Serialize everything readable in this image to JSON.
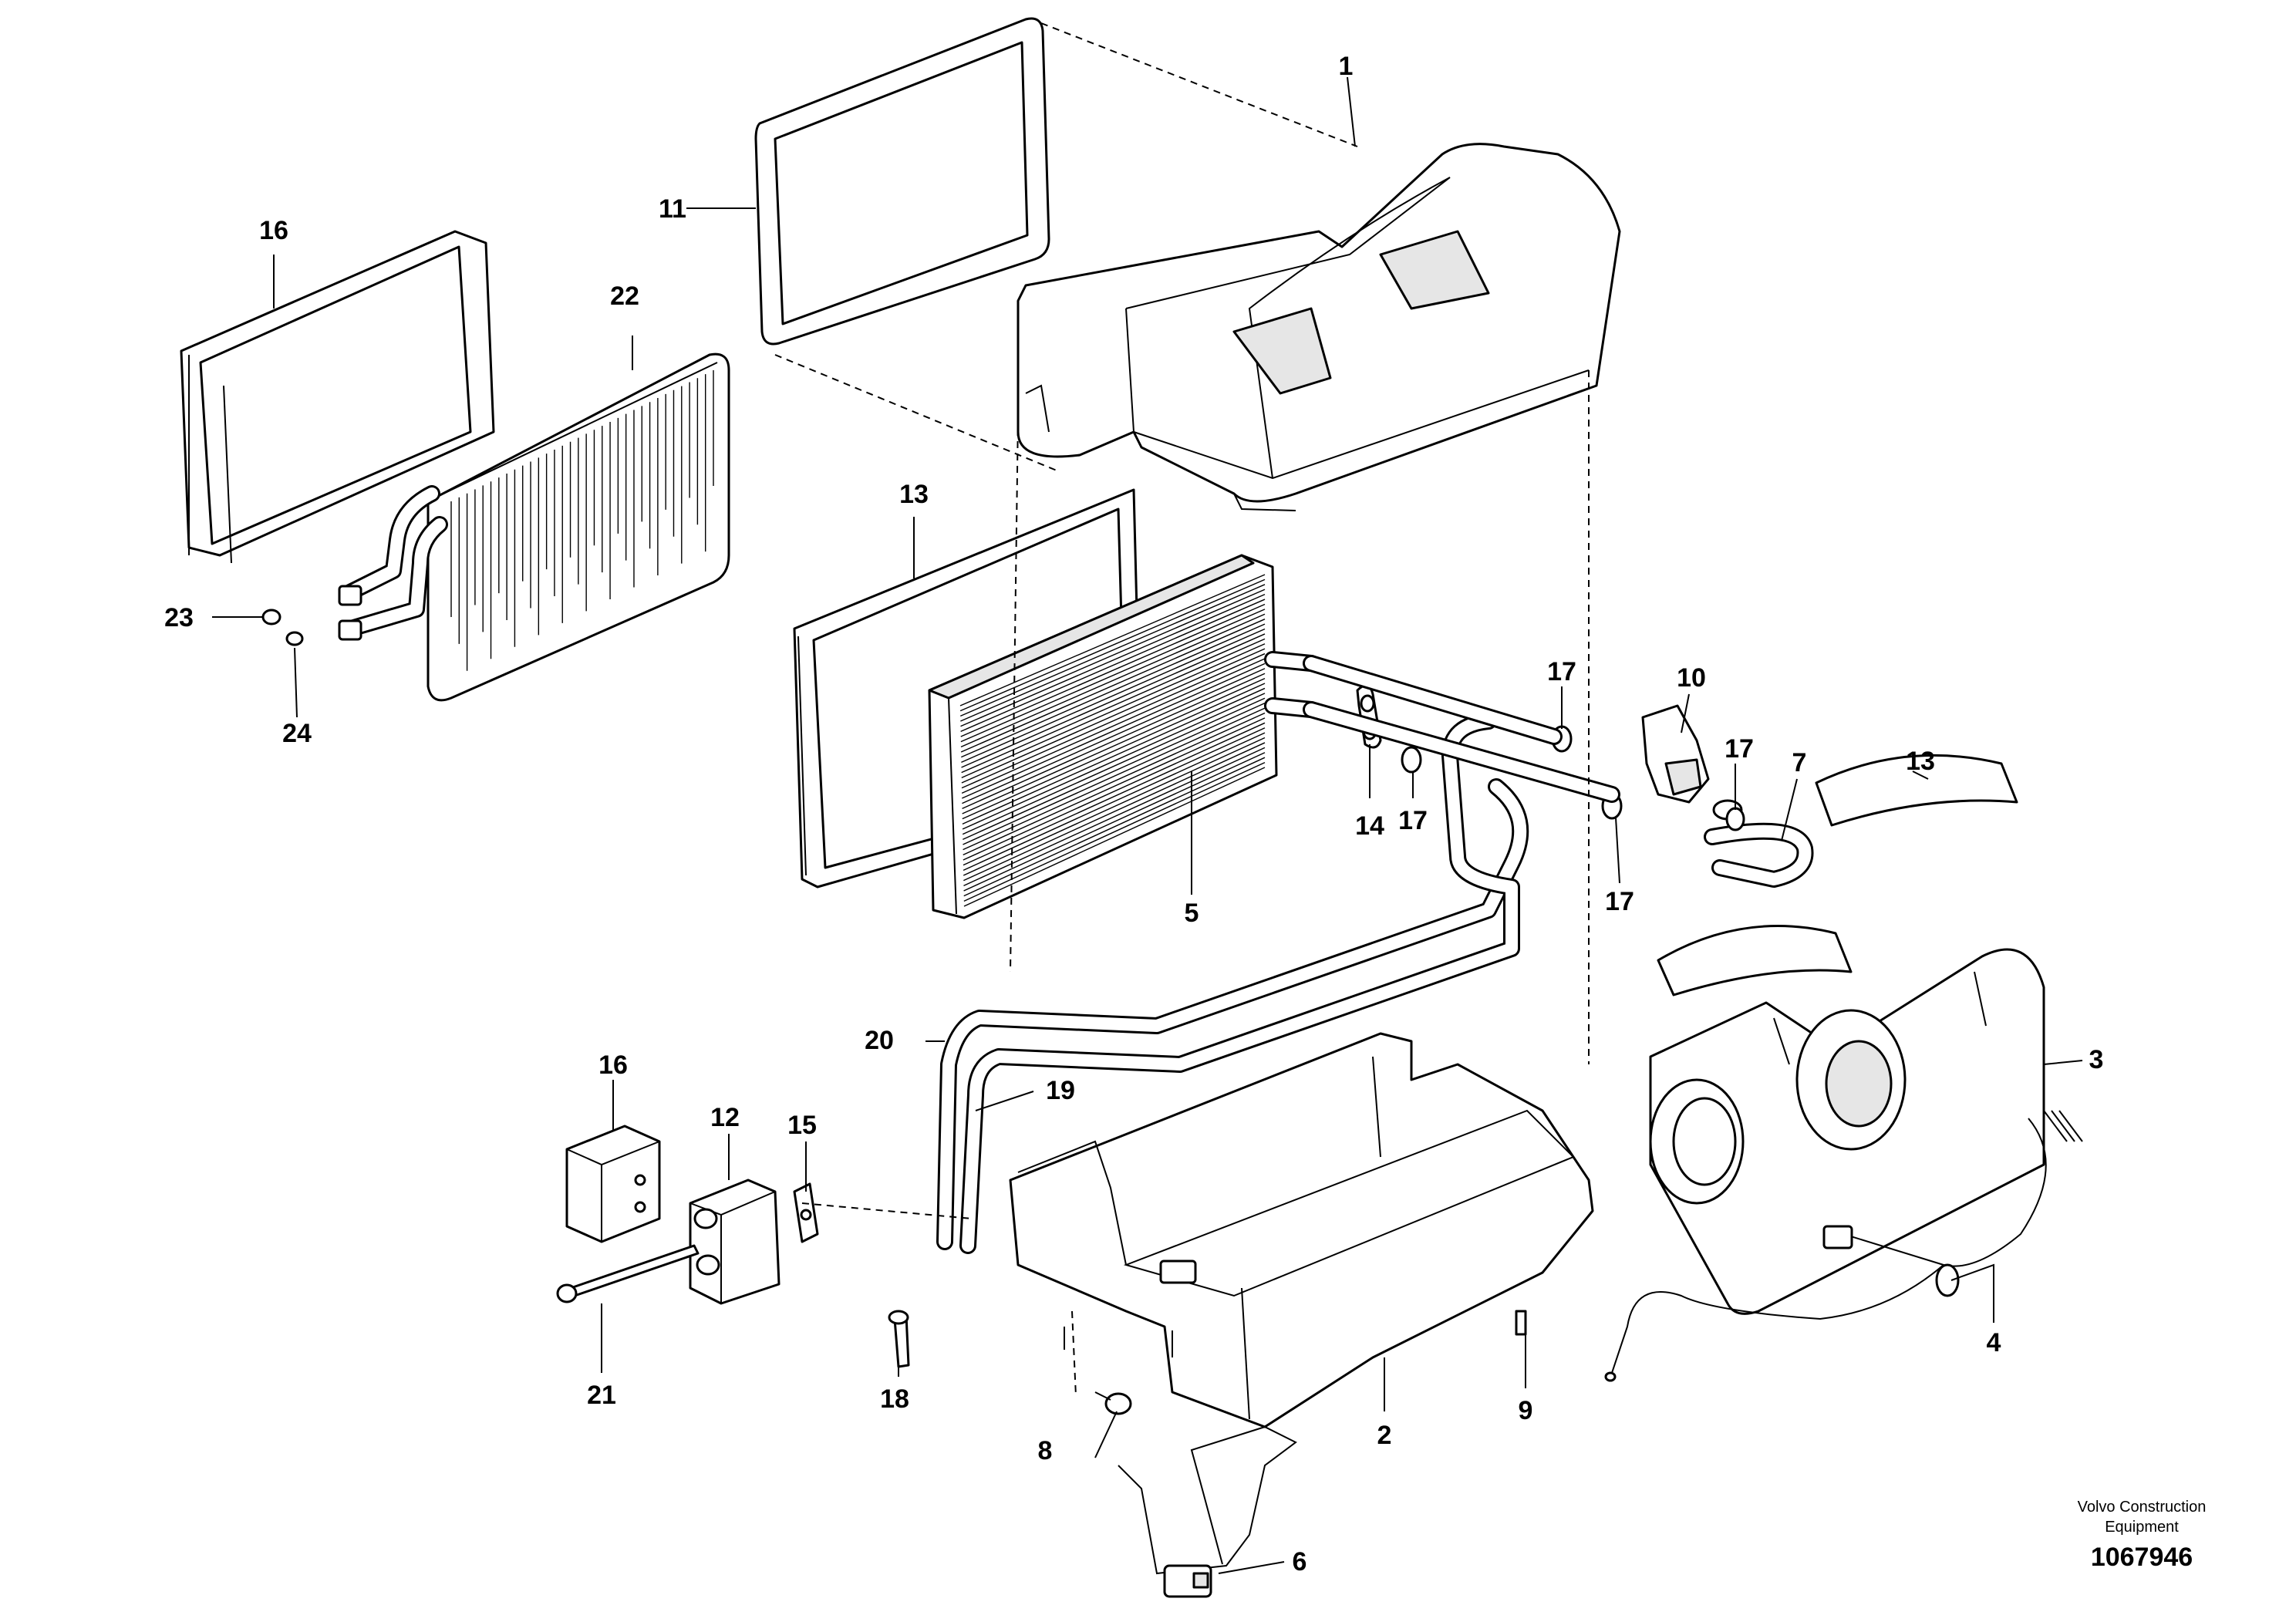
{
  "callouts": {
    "c1": "1",
    "c2": "2",
    "c3": "3",
    "c4": "4",
    "c5": "5",
    "c6": "6",
    "c7": "7",
    "c8": "8",
    "c9": "9",
    "c10": "10",
    "c11": "11",
    "c12": "12",
    "c13a": "13",
    "c13b": "13",
    "c14": "14",
    "c15": "15",
    "c16a": "16",
    "c16b": "16",
    "c17a": "17",
    "c17b": "17",
    "c17c": "17",
    "c17d": "17",
    "c18": "18",
    "c19": "19",
    "c20": "20",
    "c21": "21",
    "c22": "22",
    "c23": "23",
    "c24": "24"
  },
  "credit": {
    "line1": "Volvo Construction",
    "line2": "Equipment"
  },
  "doc_number": "1067946"
}
